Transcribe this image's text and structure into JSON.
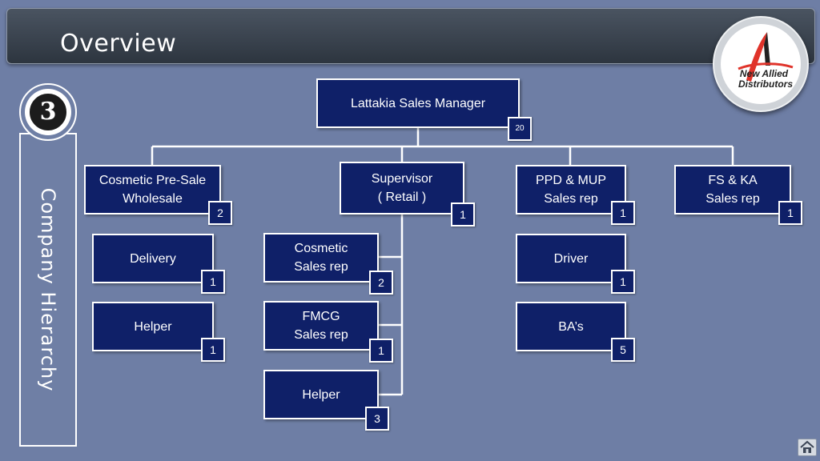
{
  "header": {
    "title": "Overview"
  },
  "logo": {
    "line1": "New Allied",
    "line2": "Distributors"
  },
  "sidebar": {
    "badge_number": "3",
    "label": "Company Hierarchy"
  },
  "org": {
    "manager": {
      "label": "Lattakia Sales Manager",
      "count": "20"
    },
    "cosmetic_presale": {
      "line1": "Cosmetic Pre-Sale",
      "line2": "Wholesale",
      "count": "2"
    },
    "delivery": {
      "label": "Delivery",
      "count": "1"
    },
    "helper_left": {
      "label": "Helper",
      "count": "1"
    },
    "supervisor": {
      "line1": "Supervisor",
      "line2": "( Retail )",
      "count": "1"
    },
    "cosmetic_sales": {
      "line1": "Cosmetic",
      "line2": "Sales rep",
      "count": "2"
    },
    "fmcg_sales": {
      "line1": "FMCG",
      "line2": "Sales rep",
      "count": "1"
    },
    "helper_mid": {
      "label": "Helper",
      "count": "3"
    },
    "ppd_mup": {
      "line1": "PPD & MUP",
      "line2": "Sales rep",
      "count": "1"
    },
    "driver": {
      "label": "Driver",
      "count": "1"
    },
    "bas": {
      "label": "BA’s",
      "count": "5"
    },
    "fs_ka": {
      "line1": "FS & KA",
      "line2": "Sales rep",
      "count": "1"
    }
  },
  "colors": {
    "background": "#6e7ea5",
    "box_fill": "#0f2068",
    "header": "#2d353f",
    "logo_red": "#e0332a"
  },
  "icons": {
    "home": "home-icon"
  }
}
